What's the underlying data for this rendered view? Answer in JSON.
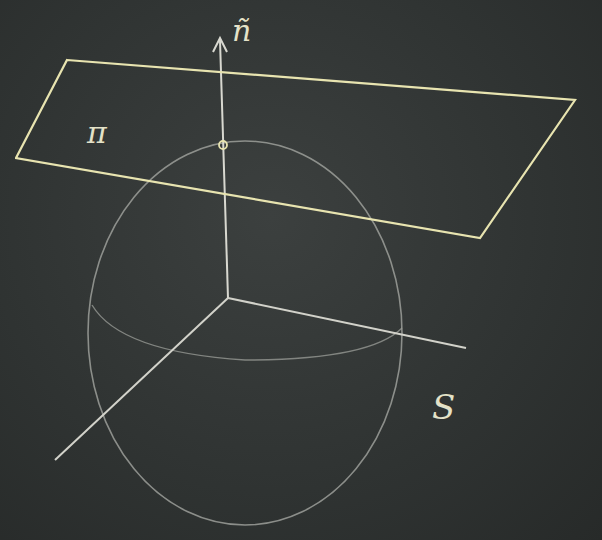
{
  "diagram": {
    "nodes": [
      {
        "text": [
          "π"
        ]
      }
    ],
    "labels": [
      "ñ",
      "S"
    ]
  }
}
